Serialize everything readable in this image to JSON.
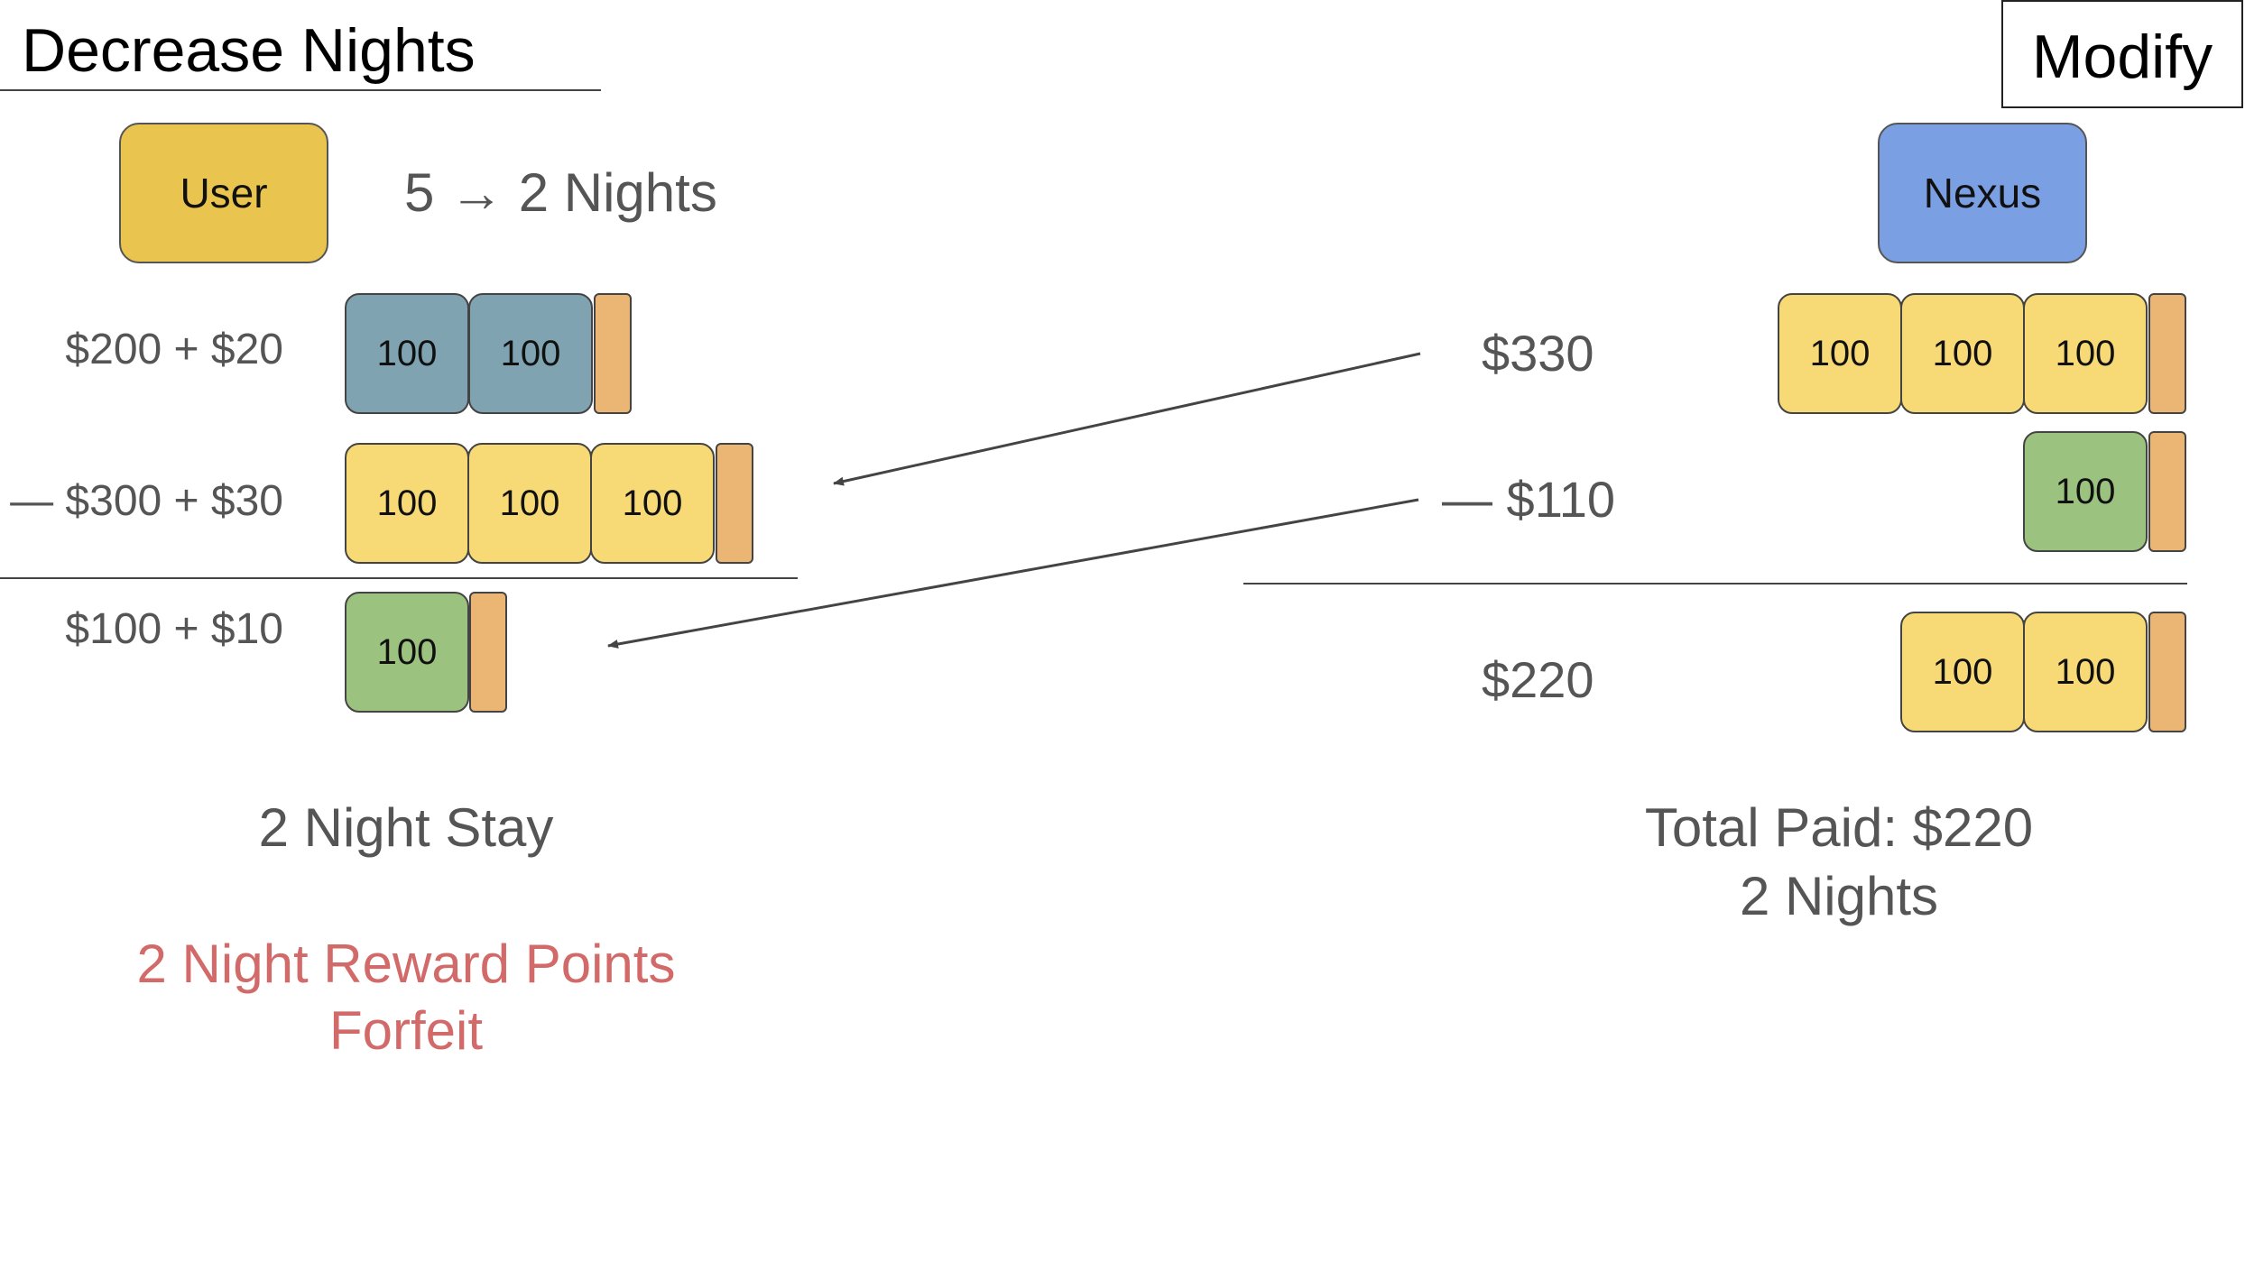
{
  "header": {
    "title": "Decrease Nights",
    "modify_label": "Modify"
  },
  "user": {
    "role_label": "User",
    "nights_change": "5 → 2 Nights",
    "rows": [
      {
        "label": "$200 + $20",
        "blocks": [
          "100",
          "100"
        ],
        "block_color": "#7fa3b0",
        "tab_color": "#ebb573"
      },
      {
        "label": "— $300 + $30",
        "blocks": [
          "100",
          "100",
          "100"
        ],
        "block_color": "#f7d976",
        "tab_color": "#ebb573"
      },
      {
        "label": "$100 + $10",
        "blocks": [
          "100"
        ],
        "block_color": "#9bc27f",
        "tab_color": "#ebb573"
      }
    ],
    "summary": "2 Night Stay",
    "forfeit_line1": "2 Night Reward Points",
    "forfeit_line2": "Forfeit"
  },
  "nexus": {
    "role_label": "Nexus",
    "rows": [
      {
        "label": "$330",
        "blocks": [
          "100",
          "100",
          "100"
        ],
        "block_color": "#f7d976",
        "tab_color": "#ebb573"
      },
      {
        "label": "— $110",
        "blocks": [
          "100"
        ],
        "block_color": "#9bc27f",
        "tab_color": "#ebb573"
      },
      {
        "label": "$220",
        "blocks": [
          "100",
          "100"
        ],
        "block_color": "#f7d976",
        "tab_color": "#ebb573"
      }
    ],
    "total_paid": "Total Paid: $220",
    "total_nights": "2 Nights"
  },
  "colors": {
    "user_role": "#e9c54f",
    "nexus_role": "#7b9fe3",
    "forfeit_text": "#d36a6a"
  }
}
